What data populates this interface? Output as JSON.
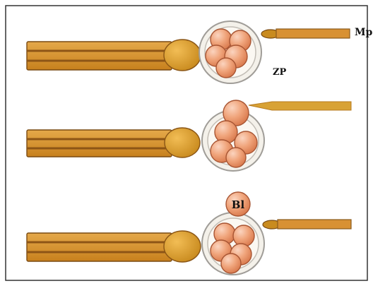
{
  "labels": {
    "mp": "Mp",
    "zp": "ZP",
    "bl": "Bl"
  },
  "colors": {
    "frame": "#333333",
    "background": "#ffffff",
    "pipette_fill": "#d98a2a",
    "pipette_stripe": "#b86c18",
    "pipette_outline": "#7a4a12",
    "pipette_tip": "#d8a235",
    "zona": "#f4f1ea",
    "zona_outline": "#9b9b9b",
    "blastomere_fill": "#ef9e72",
    "blastomere_highlight": "#f7c7ab",
    "blastomere_outline": "#b65d39",
    "micropipette_fill": "#d89133",
    "micropipette_outline": "#8a5a1d"
  }
}
